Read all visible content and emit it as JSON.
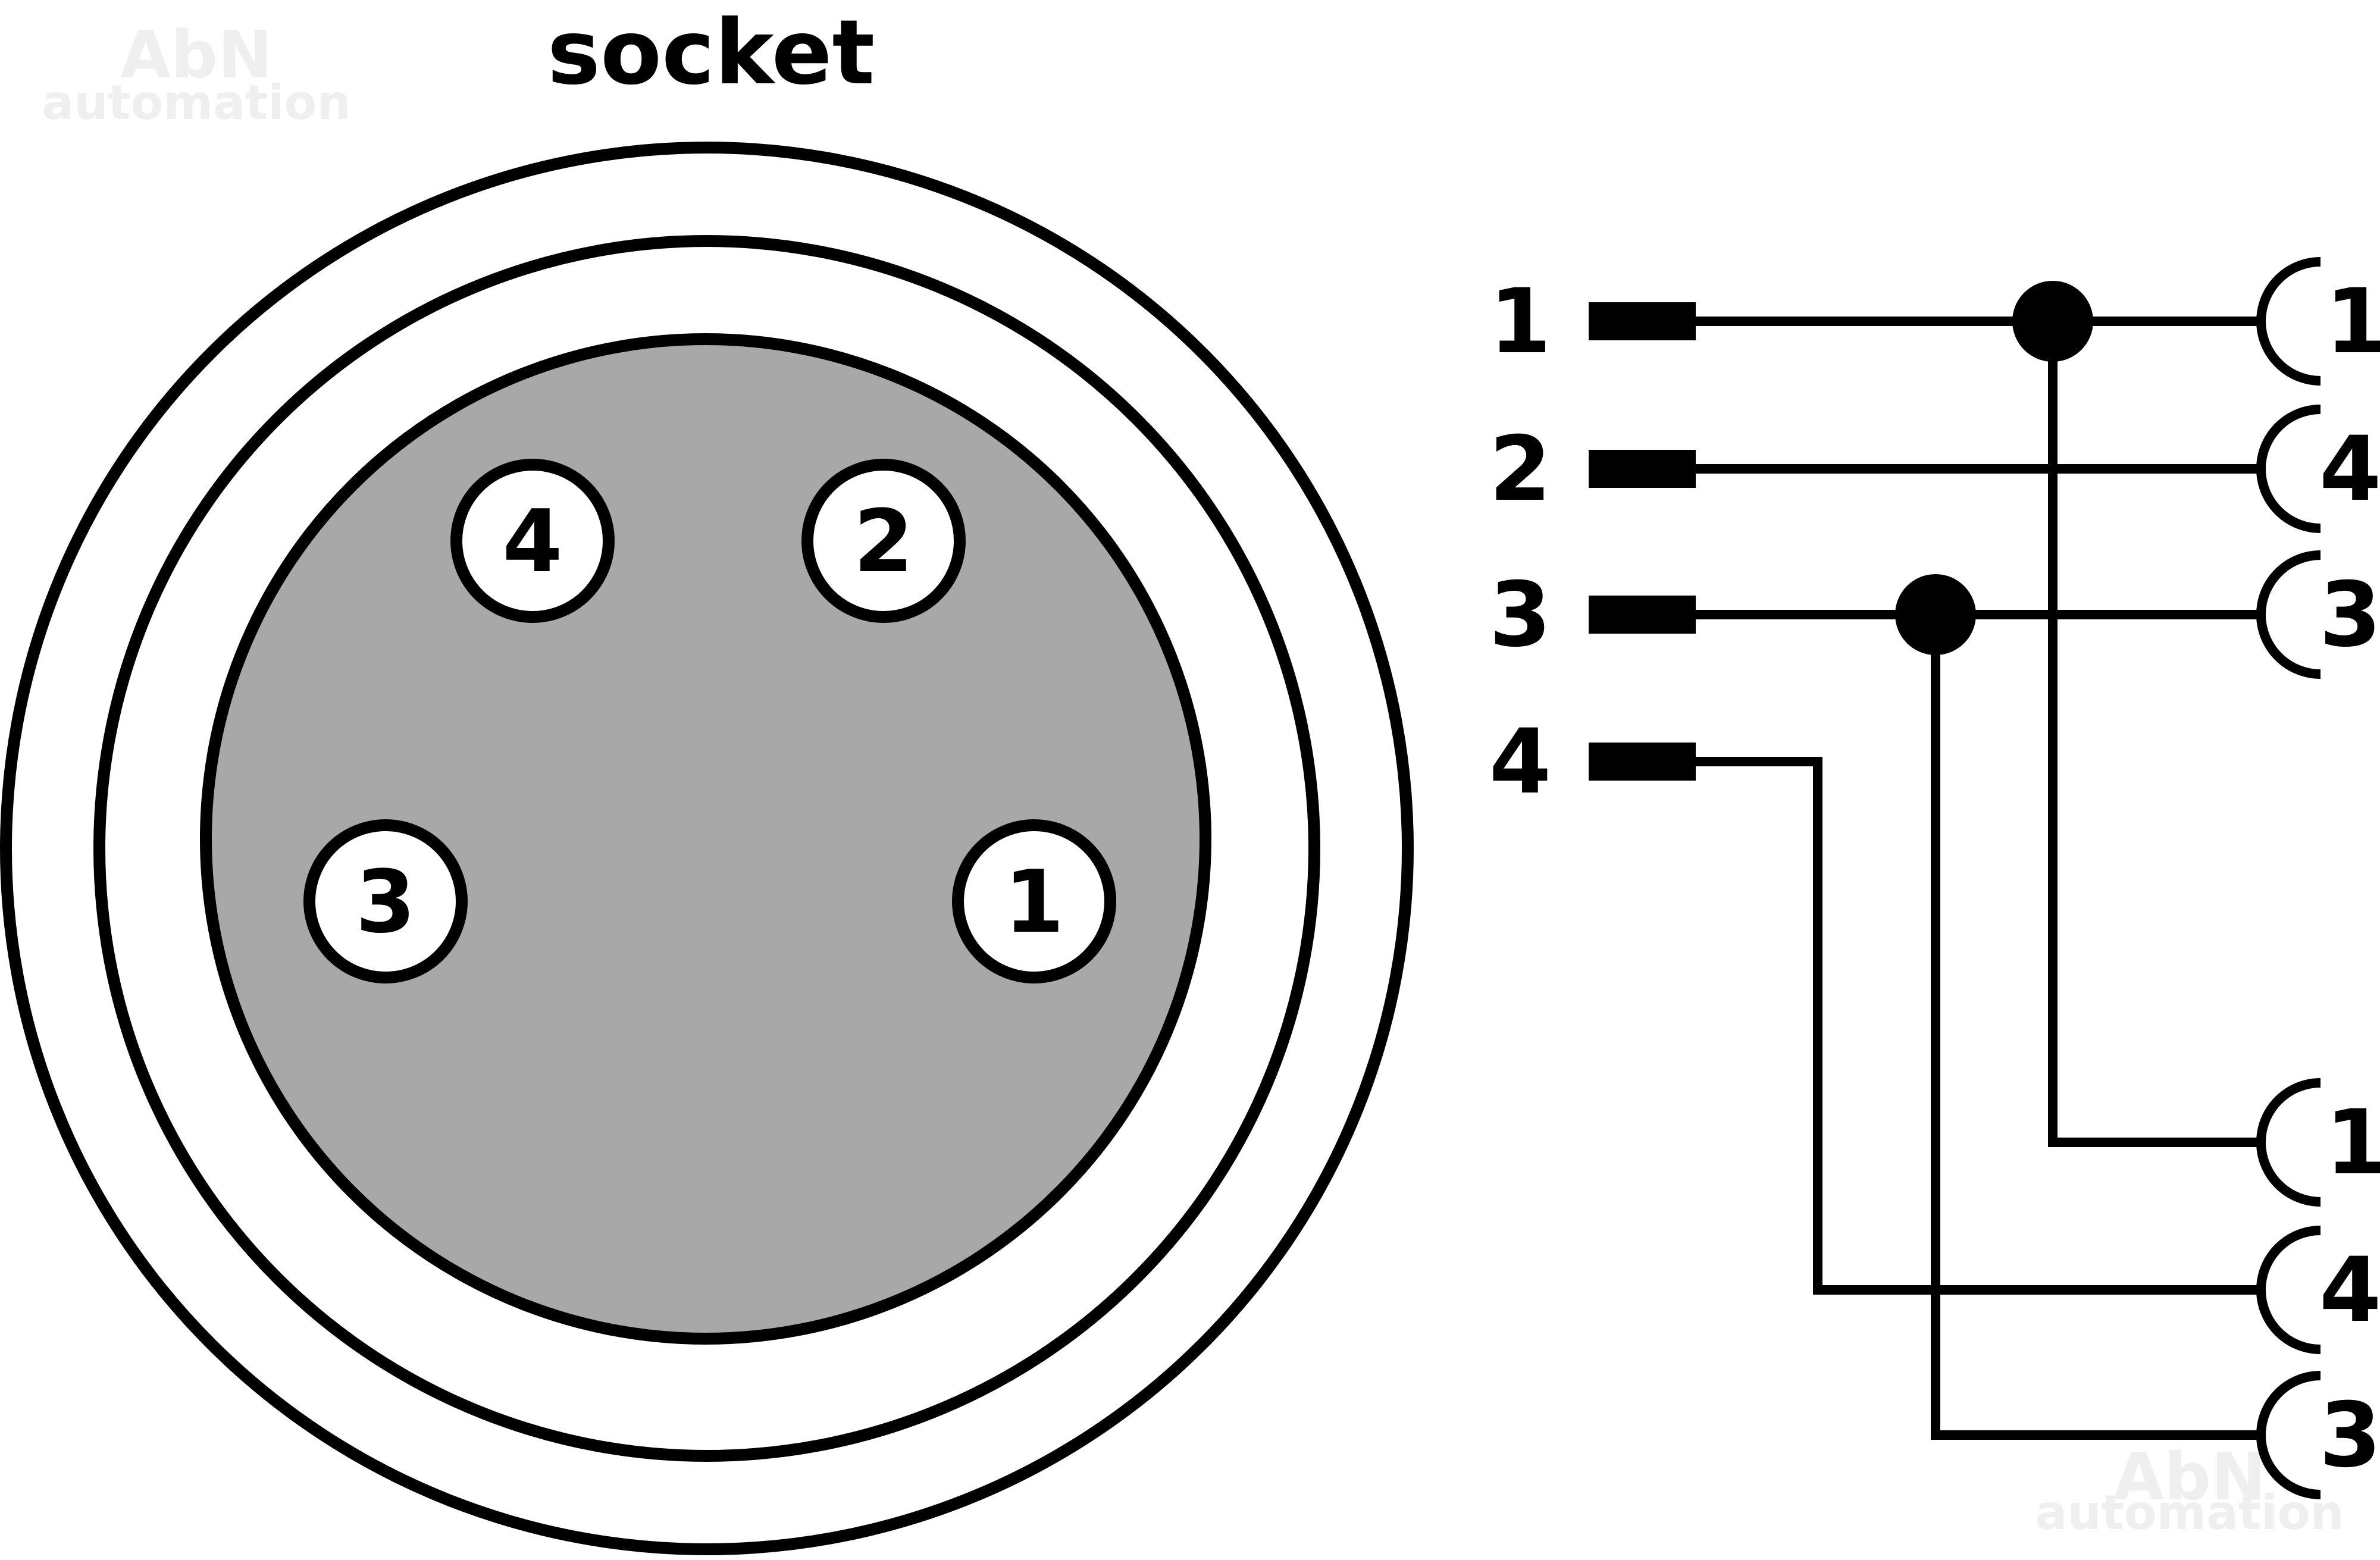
{
  "title": "socket",
  "watermark": {
    "line1": "AbN",
    "line2": "automation"
  },
  "pins": [
    {
      "label": "4"
    },
    {
      "label": "2"
    },
    {
      "label": "3"
    },
    {
      "label": "1"
    }
  ],
  "wiring": {
    "inputs": [
      {
        "label": "1"
      },
      {
        "label": "2"
      },
      {
        "label": "3"
      },
      {
        "label": "4"
      }
    ],
    "outputs_top": [
      {
        "label": "1"
      },
      {
        "label": "4"
      },
      {
        "label": "3"
      }
    ],
    "outputs_bottom": [
      {
        "label": "1"
      },
      {
        "label": "4"
      },
      {
        "label": "3"
      }
    ]
  },
  "colors": {
    "line": "#000000",
    "insert_fill": "#a8a8a8",
    "background": "#ffffff",
    "watermark": "#f0f0f0"
  }
}
